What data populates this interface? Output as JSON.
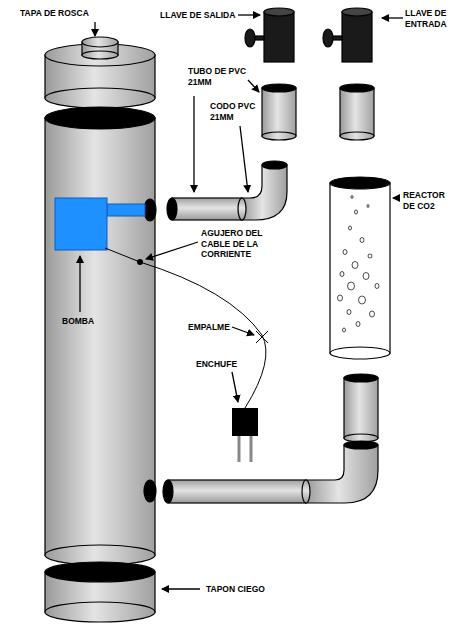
{
  "diagram": {
    "labels": [
      "TAPA DE ROSCA",
      "LLAVE DE SALIDA",
      "LLAVE DE ENTRADA",
      "TUBO DE PVC 21MM",
      "CODO PVC 21MM",
      "REACTOR DE CO2",
      "AGUJERO DEL CABLE DE LA CORRIENTE",
      "BOMBA",
      "EMPALME",
      "ENCHUFE",
      "TAPON CIEGO"
    ]
  }
}
